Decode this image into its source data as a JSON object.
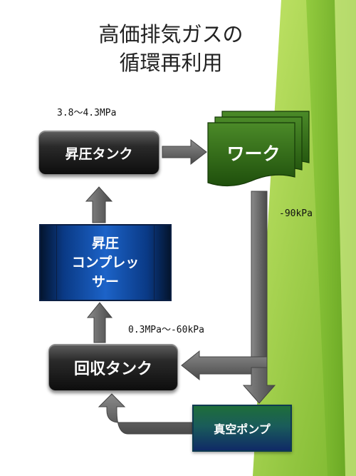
{
  "title": {
    "line1": "高価排気ガスの",
    "line2": "循環再利用"
  },
  "labels": {
    "high_pressure": "3.8～4.3MPa",
    "vacuum": "-90kPa",
    "mid_pressure": "0.3MPa～-60kPa"
  },
  "nodes": {
    "boost_tank": "昇圧タンク",
    "work": "ワーク",
    "compressor": [
      "昇圧",
      "コンプレッ",
      "サー"
    ],
    "recovery_tank": "回収タンク",
    "vacuum_pump": "真空ポンプ"
  },
  "colors": {
    "green_light": "#a8d84a",
    "green_dark": "#6aaa22",
    "arrow_gray": "#6a6a6a",
    "work_green": "#2f6a12"
  }
}
